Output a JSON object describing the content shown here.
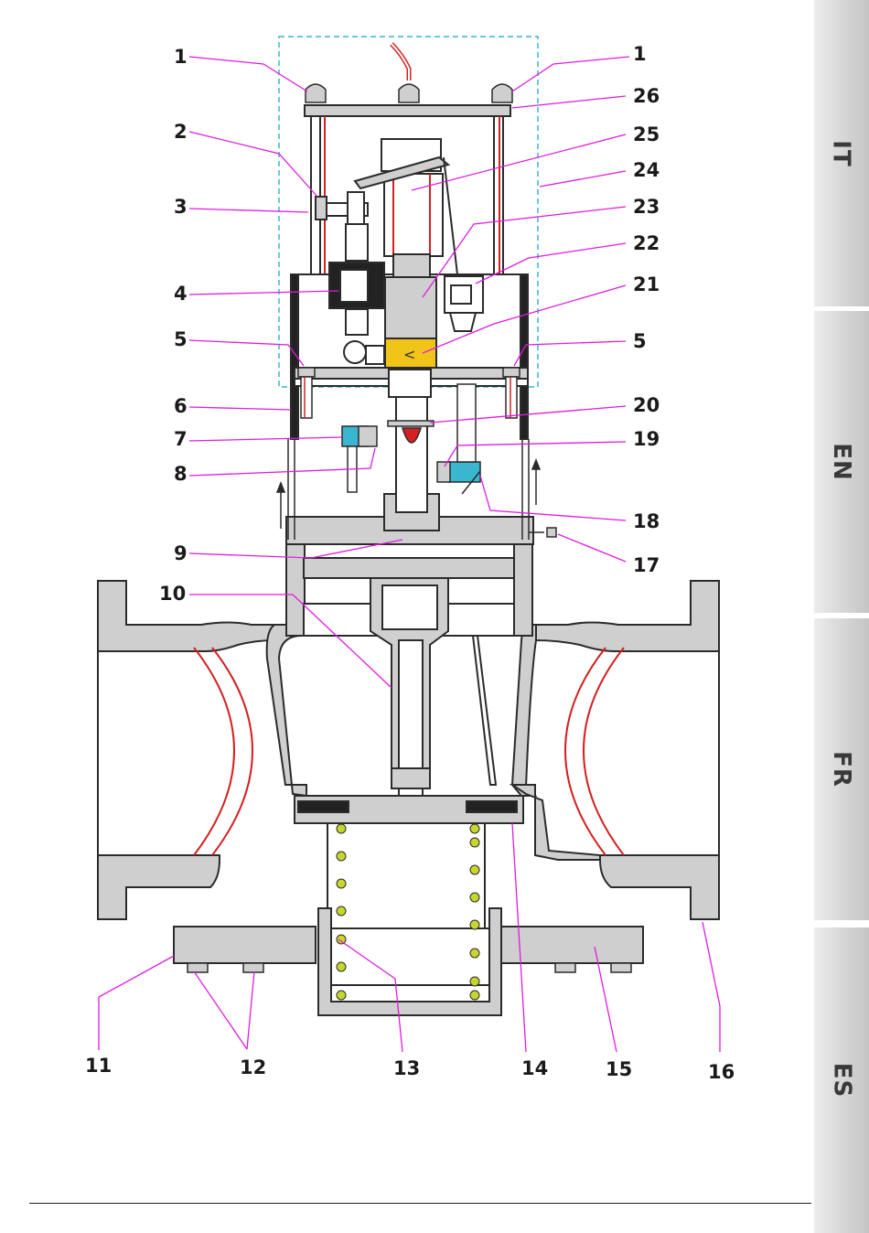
{
  "language_tabs": [
    {
      "code": "IT"
    },
    {
      "code": "EN"
    },
    {
      "code": "FR"
    },
    {
      "code": "ES"
    }
  ],
  "callouts": {
    "c1a": "1",
    "c1b": "1",
    "c2": "2",
    "c3": "3",
    "c4": "4",
    "c5a": "5",
    "c5b": "5",
    "c6": "6",
    "c7": "7",
    "c8": "8",
    "c9": "9",
    "c10": "10",
    "c11": "11",
    "c12": "12",
    "c13": "13",
    "c14": "14",
    "c15": "15",
    "c16": "16",
    "c17": "17",
    "c18": "18",
    "c19": "19",
    "c20": "20",
    "c21": "21",
    "c22": "22",
    "c23": "23",
    "c24": "24",
    "c25": "25",
    "c26": "26"
  },
  "colors": {
    "leader_line": "#e01be0",
    "body_fill": "#cfcfcf",
    "outline": "#2b2b2b",
    "accent_red": "#d42020",
    "spring_coil": "#c8d62a",
    "actuator_box": "#3ab6d0",
    "coil_yellow": "#f0c419"
  },
  "symbols": {
    "coil_mark": "<"
  }
}
